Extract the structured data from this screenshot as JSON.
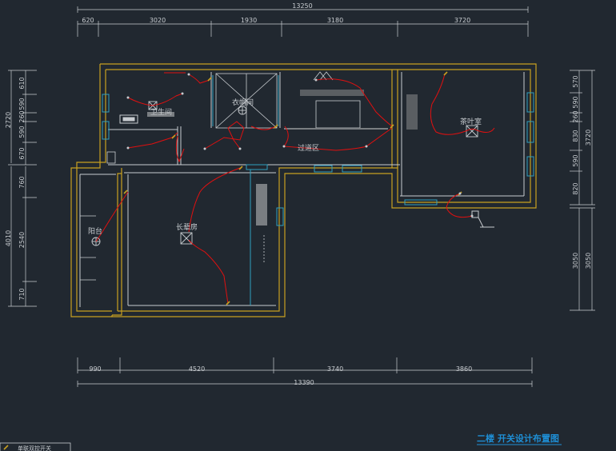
{
  "colors": {
    "background": "#212830",
    "wall": "#c8a020",
    "wiring": "#e01010",
    "dimension": "#c8ccd0",
    "glazing": "#30a0c0",
    "title": "#1e8fd6"
  },
  "dimensions": {
    "top_total": "13250",
    "top_segments": [
      "620",
      "3020",
      "1930",
      "3180",
      "3720"
    ],
    "bottom_segments": [
      "990",
      "4520",
      "3740",
      "3860"
    ],
    "bottom_total": "13390",
    "left_upper_total": "2720",
    "left_upper_segments": [
      "610",
      "590",
      "260",
      "590",
      "670"
    ],
    "left_lower_total": "4010",
    "left_lower_segments": [
      "760",
      "2540",
      "710"
    ],
    "right_upper_total": "3720",
    "right_upper_segments": [
      "570",
      "590",
      "260",
      "830",
      "590",
      "820"
    ],
    "right_lower_total": "3050",
    "right_lower_segment": "3050"
  },
  "rooms": {
    "bathroom": "卫生间",
    "cloakroom": "衣帽间",
    "passage": "过道区",
    "tea_room": "茶叶室",
    "balcony": "阳台",
    "elder_room": "长辈房"
  },
  "title": "二楼  开关设计布置图",
  "legend": {
    "label": "单联双控开关"
  },
  "icons": [
    "switch-icon",
    "ceiling-light-icon",
    "toilet-icon",
    "stair-icon"
  ]
}
